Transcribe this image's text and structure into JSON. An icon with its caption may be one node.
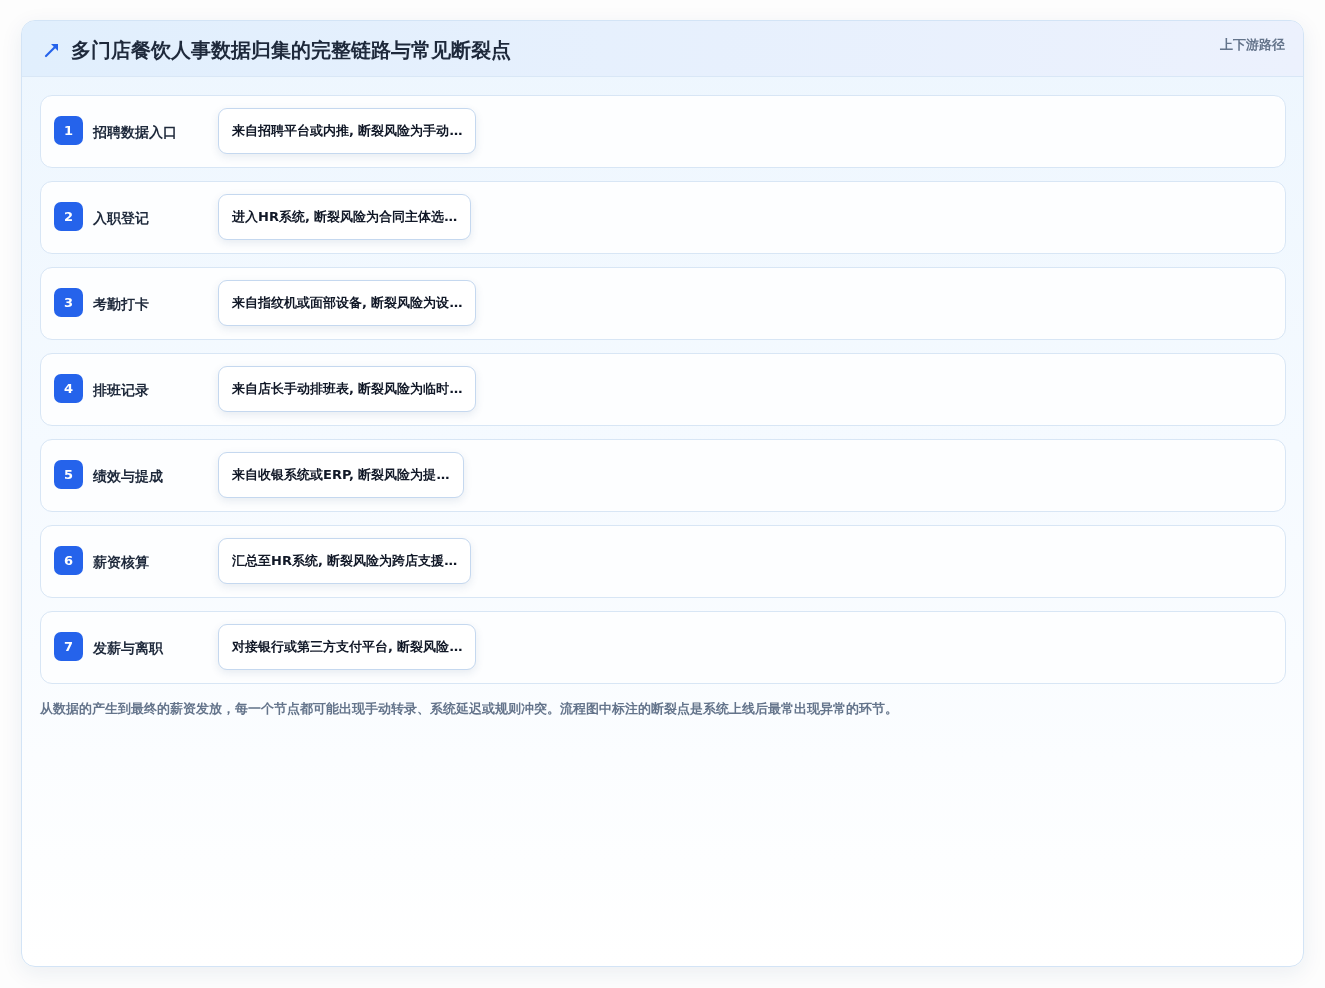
{
  "diagram": {
    "title": "多门店餐饮人事数据归集的完整链路与常见断裂点",
    "caption": "从数据的产生到最终的薪资发放，每一个节点都可能出现手动转录、系统延迟或规则冲突。流程图中标注的断裂点是系统上线后最常出现异常的环节。",
    "nodes": [
      {
        "text": [
          "招聘数据入口"
        ]
      },
      {
        "text": [
          "1"
        ],
        "in": 0
      },
      {
        "text": [
          "来自招聘平台或内推, 断裂风险为手动…"
        ],
        "in": 0
      },
      {
        "text": [
          "入职登记"
        ]
      },
      {
        "text": [
          "2"
        ],
        "in": 3
      },
      {
        "text": [
          "进入HR系统, 断裂风险为合同主体选…"
        ],
        "in": 3
      },
      {
        "text": [
          "考勤打卡"
        ]
      },
      {
        "text": [
          "3"
        ],
        "in": 6
      },
      {
        "text": [
          "来自指纹机或面部设备, 断裂风险为设…"
        ],
        "in": 6
      },
      {
        "text": [
          "排班记录"
        ]
      },
      {
        "text": [
          "4"
        ],
        "in": 9
      },
      {
        "text": [
          "来自店长手动排班表, 断裂风险为临时…"
        ],
        "in": 9
      },
      {
        "text": [
          "绩效与提成"
        ]
      },
      {
        "text": [
          "5"
        ],
        "in": 12
      },
      {
        "text": [
          "来自收银系统或ERP, 断裂风险为提…"
        ],
        "in": 12
      },
      {
        "text": [
          "薪资核算"
        ]
      },
      {
        "text": [
          "6"
        ],
        "in": 15
      },
      {
        "text": [
          "汇总至HR系统, 断裂风险为跨店支援…"
        ],
        "in": 15
      },
      {
        "text": [
          "发薪与离职"
        ]
      },
      {
        "text": [
          "7"
        ],
        "in": 18
      },
      {
        "text": [
          "对接银行或第三方支付平台, 断裂风险…"
        ],
        "in": 18
      }
    ],
    "labels": [
      "上下游路径"
    ]
  }
}
